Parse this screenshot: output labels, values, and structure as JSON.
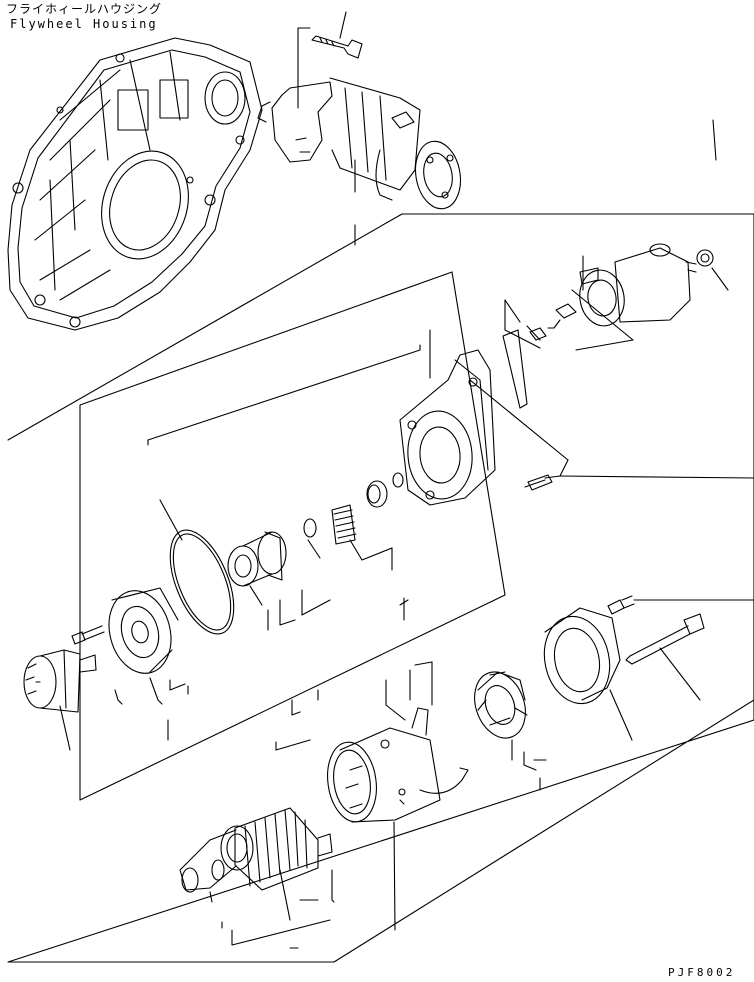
{
  "labels": {
    "housing_jp": "フライホィールハウジング",
    "housing_en": "Flywheel Housing",
    "drawing_code": "PJF8002"
  },
  "colors": {
    "ink": "#000000",
    "paper": "#ffffff"
  }
}
